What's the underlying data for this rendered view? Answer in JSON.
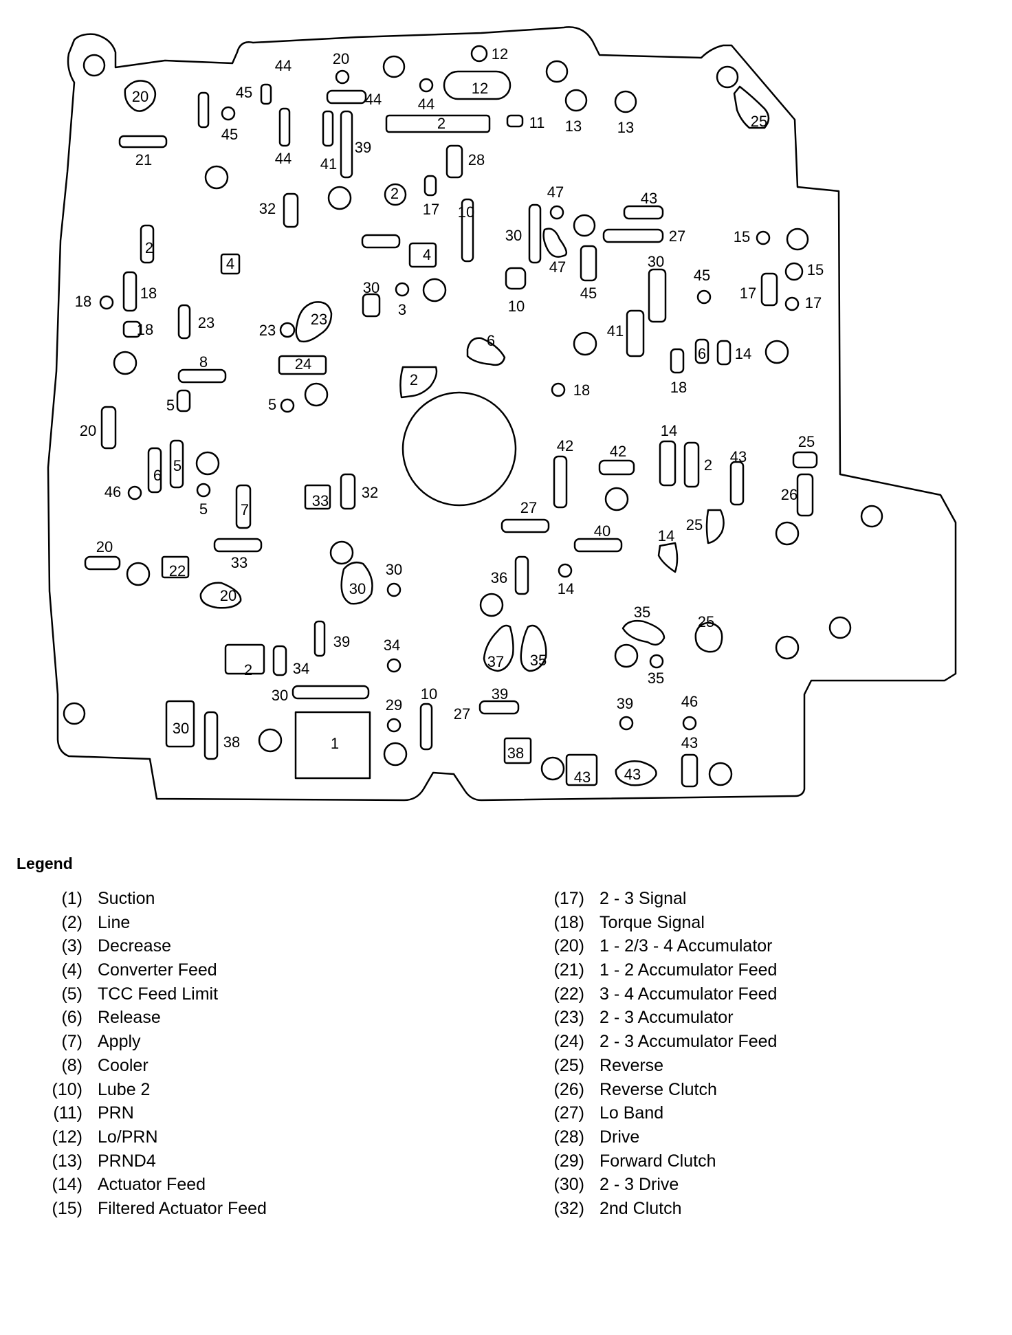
{
  "legend": {
    "title": "Legend",
    "left": [
      {
        "num": "(1)",
        "name": "Suction"
      },
      {
        "num": "(2)",
        "name": "Line"
      },
      {
        "num": "(3)",
        "name": "Decrease"
      },
      {
        "num": "(4)",
        "name": "Converter Feed"
      },
      {
        "num": "(5)",
        "name": "TCC Feed Limit"
      },
      {
        "num": "(6)",
        "name": "Release"
      },
      {
        "num": "(7)",
        "name": "Apply"
      },
      {
        "num": "(8)",
        "name": "Cooler"
      },
      {
        "num": "(10)",
        "name": "Lube 2"
      },
      {
        "num": "(11)",
        "name": "PRN"
      },
      {
        "num": "(12)",
        "name": "Lo/PRN"
      },
      {
        "num": "(13)",
        "name": "PRND4"
      },
      {
        "num": "(14)",
        "name": "Actuator Feed"
      },
      {
        "num": "(15)",
        "name": "Filtered Actuator Feed"
      }
    ],
    "right": [
      {
        "num": "(17)",
        "name": "2 - 3 Signal"
      },
      {
        "num": "(18)",
        "name": "Torque Signal"
      },
      {
        "num": "(20)",
        "name": "1 - 2/3 - 4 Accumulator"
      },
      {
        "num": "(21)",
        "name": "1 - 2 Accumulator Feed"
      },
      {
        "num": "(22)",
        "name": "3 - 4 Accumulator Feed"
      },
      {
        "num": "(23)",
        "name": "2 - 3 Accumulator"
      },
      {
        "num": "(24)",
        "name": "2 - 3 Accumulator Feed"
      },
      {
        "num": "(25)",
        "name": "Reverse"
      },
      {
        "num": "(26)",
        "name": "Reverse Clutch"
      },
      {
        "num": "(27)",
        "name": "Lo Band"
      },
      {
        "num": "(28)",
        "name": "Drive"
      },
      {
        "num": "(29)",
        "name": "Forward Clutch"
      },
      {
        "num": "(30)",
        "name": "2 - 3 Drive"
      },
      {
        "num": "(32)",
        "name": "2nd Clutch"
      }
    ]
  },
  "diagram": {
    "labels": [
      "20",
      "44",
      "20",
      "12",
      "12",
      "45",
      "45",
      "44",
      "44",
      "2",
      "11",
      "13",
      "13",
      "25",
      "21",
      "44",
      "39",
      "41",
      "28",
      "2",
      "17",
      "32",
      "10",
      "47",
      "43",
      "30",
      "27",
      "15",
      "2",
      "4",
      "4",
      "15",
      "18",
      "18",
      "30",
      "3",
      "10",
      "47",
      "45",
      "30",
      "45",
      "17",
      "17",
      "18",
      "23",
      "23",
      "23",
      "41",
      "6",
      "6",
      "14",
      "8",
      "24",
      "2",
      "18",
      "18",
      "5",
      "5",
      "20",
      "42",
      "42",
      "14",
      "2",
      "25",
      "43",
      "46",
      "6",
      "5",
      "5",
      "7",
      "33",
      "32",
      "27",
      "26",
      "40",
      "25",
      "14",
      "20",
      "22",
      "33",
      "30",
      "30",
      "36",
      "14",
      "20",
      "35",
      "25",
      "39",
      "34",
      "2",
      "34",
      "37",
      "35",
      "35",
      "30",
      "10",
      "29",
      "39",
      "27",
      "39",
      "46",
      "30",
      "38",
      "1",
      "38",
      "43",
      "43",
      "43"
    ]
  }
}
